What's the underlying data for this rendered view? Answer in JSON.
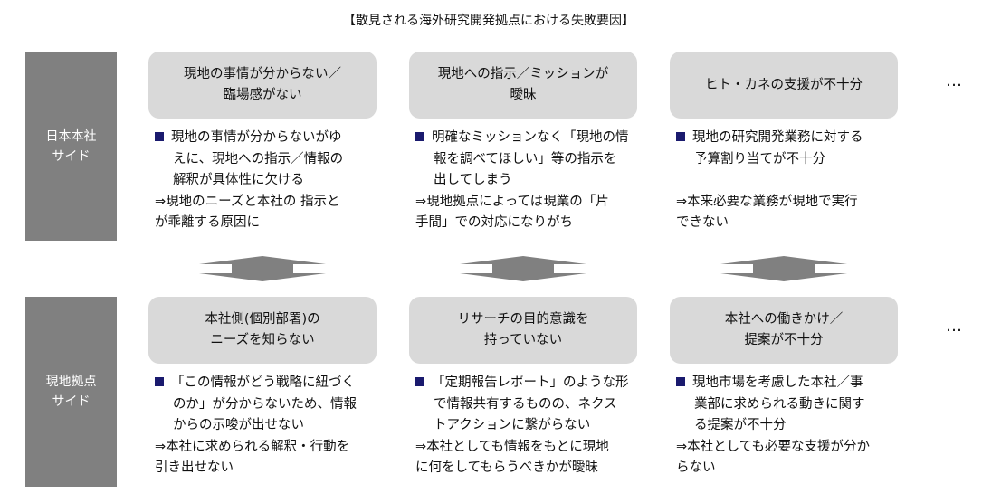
{
  "title": "【散見される海外研究開発拠点における失敗要因】",
  "rows": [
    {
      "side": [
        "日本本社",
        "サイド"
      ],
      "cols": [
        {
          "heading": [
            "現地の事情が分からない／",
            "臨場感がない"
          ],
          "bullet": [
            "現地の事情が分からないがゆ",
            "えに、現地への指示／情報の",
            "解釈が具体性に欠ける"
          ],
          "result": [
            "⇒現地のニーズと本社の 指示と",
            "が乖離する原因に"
          ]
        },
        {
          "heading": [
            "現地への指示／ミッションが",
            "曖昧"
          ],
          "bullet": [
            "明確なミッションなく「現地の情",
            "報を調べてほしい」等の指示を",
            "出してしまう"
          ],
          "result": [
            "⇒現地拠点によっては現業の「片",
            "手間」での対応になりがち"
          ]
        },
        {
          "heading": [
            "ヒト・カネの支援が不十分"
          ],
          "bullet": [
            "現地の研究開発業務に対する",
            "予算割り当てが不十分"
          ],
          "result": [
            "⇒本来必要な業務が現地で実行",
            "できない"
          ]
        }
      ]
    },
    {
      "side": [
        "現地拠点",
        "サイド"
      ],
      "cols": [
        {
          "heading": [
            "本社側(個別部署)の",
            "ニーズを知らない"
          ],
          "bullet": [
            "「この情報がどう戦略に紐づく",
            "のか」が分からないため、情報",
            "からの示唆が出せない"
          ],
          "result": [
            "⇒本社に求められる解釈・行動を",
            "引き出せない"
          ]
        },
        {
          "heading": [
            "リサーチの目的意識を",
            "持っていない"
          ],
          "bullet": [
            "「定期報告レポート」のような形",
            "で情報共有するものの、ネクス",
            "トアクションに繋がらない"
          ],
          "result": [
            "⇒本社としても情報をもとに現地",
            "に何をしてもらうべきかが曖昧"
          ]
        },
        {
          "heading": [
            "本社への働きかけ／",
            "提案が不十分"
          ],
          "bullet": [
            "現地市場を考慮した本社／事",
            "業部に求められる動きに関す",
            "る提案が不十分"
          ],
          "result": [
            "⇒本社としても必要な支援が分か",
            "らない"
          ]
        }
      ]
    }
  ],
  "ellipsis": "…",
  "colors": {
    "side": "#808080",
    "pill": "#d9d9d9",
    "bullet": "#1a1a6e",
    "arrow": "#808080"
  }
}
